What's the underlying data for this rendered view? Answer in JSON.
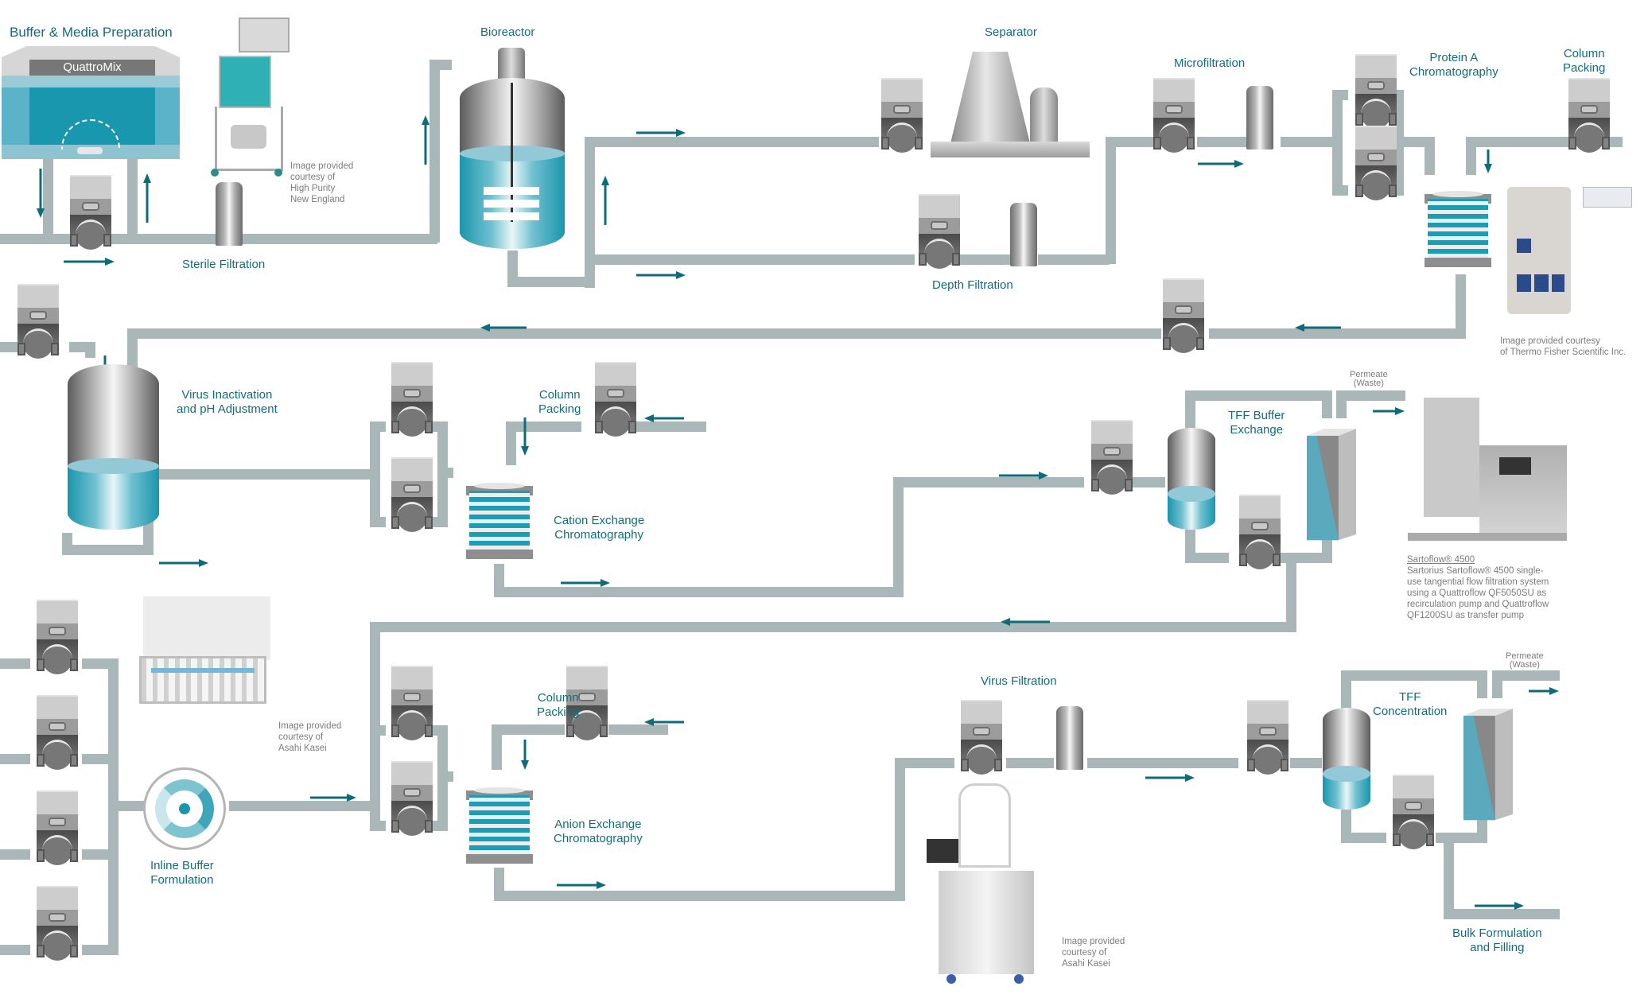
{
  "title": "Bioprocess downstream flow diagram with Quattroflow pumps",
  "colors": {
    "label_teal": "#116d7c",
    "pipe_gray": "#a9b7b8",
    "arrow_teal": "#0f6b78",
    "liquid_blue": "#1a96ac",
    "note_gray": "#7c7c7c"
  },
  "stages": {
    "buffer_media": "Buffer & Media Preparation",
    "quattromix": "QuattroMix",
    "sterile_filtration": "Sterile Filtration",
    "bioreactor": "Bioreactor",
    "separator": "Separator",
    "microfiltration": "Microfiltration",
    "depth_filtration": "Depth Filtration",
    "protein_a": "Protein A\nChromatography",
    "column_packing_1": "Column\nPacking",
    "virus_inactivation": "Virus Inactivation\nand pH Adjustment",
    "column_packing_2": "Column\nPacking",
    "cation_exchange": "Cation Exchange\nChromatography",
    "tff_buffer_exchange": "TFF Buffer\nExchange",
    "permeate_1": "Permeate\n(Waste)",
    "inline_buffer": "Inline Buffer\nFormulation",
    "column_packing_3": "Column\nPacking",
    "anion_exchange": "Anion Exchange\nChromatography",
    "virus_filtration": "Virus Filtration",
    "tff_concentration": "TFF\nConcentration",
    "permeate_2": "Permeate\n(Waste)",
    "bulk_formulation": "Bulk Formulation\nand Filling"
  },
  "notes": {
    "hpne": "Image provided\ncourtesy of\nHigh Purity\nNew England",
    "thermo": "Image provided courtesy\nof Thermo Fisher Scientific Inc.",
    "sartoflow_title": "Sartoflow® 4500",
    "sartoflow_desc": "Sartorius Sartoflow® 4500 single-\nuse tangential flow filtration system\nusing a Quattroflow QF5050SU as\nrecirculation pump and Quattroflow\nQF1200SU as transfer pump",
    "asahi_1": "Image provided\ncourtesy of\nAsahi Kasei",
    "asahi_2": "Image provided\ncourtesy of\nAsahi Kasei"
  },
  "icons": {
    "pump": "quattroflow-pump-icon",
    "filter": "filter-cartridge-icon",
    "column": "chromatography-column-icon",
    "tank": "tank-icon",
    "tff": "tff-cassette-icon",
    "arrow": "flow-arrow-icon"
  }
}
